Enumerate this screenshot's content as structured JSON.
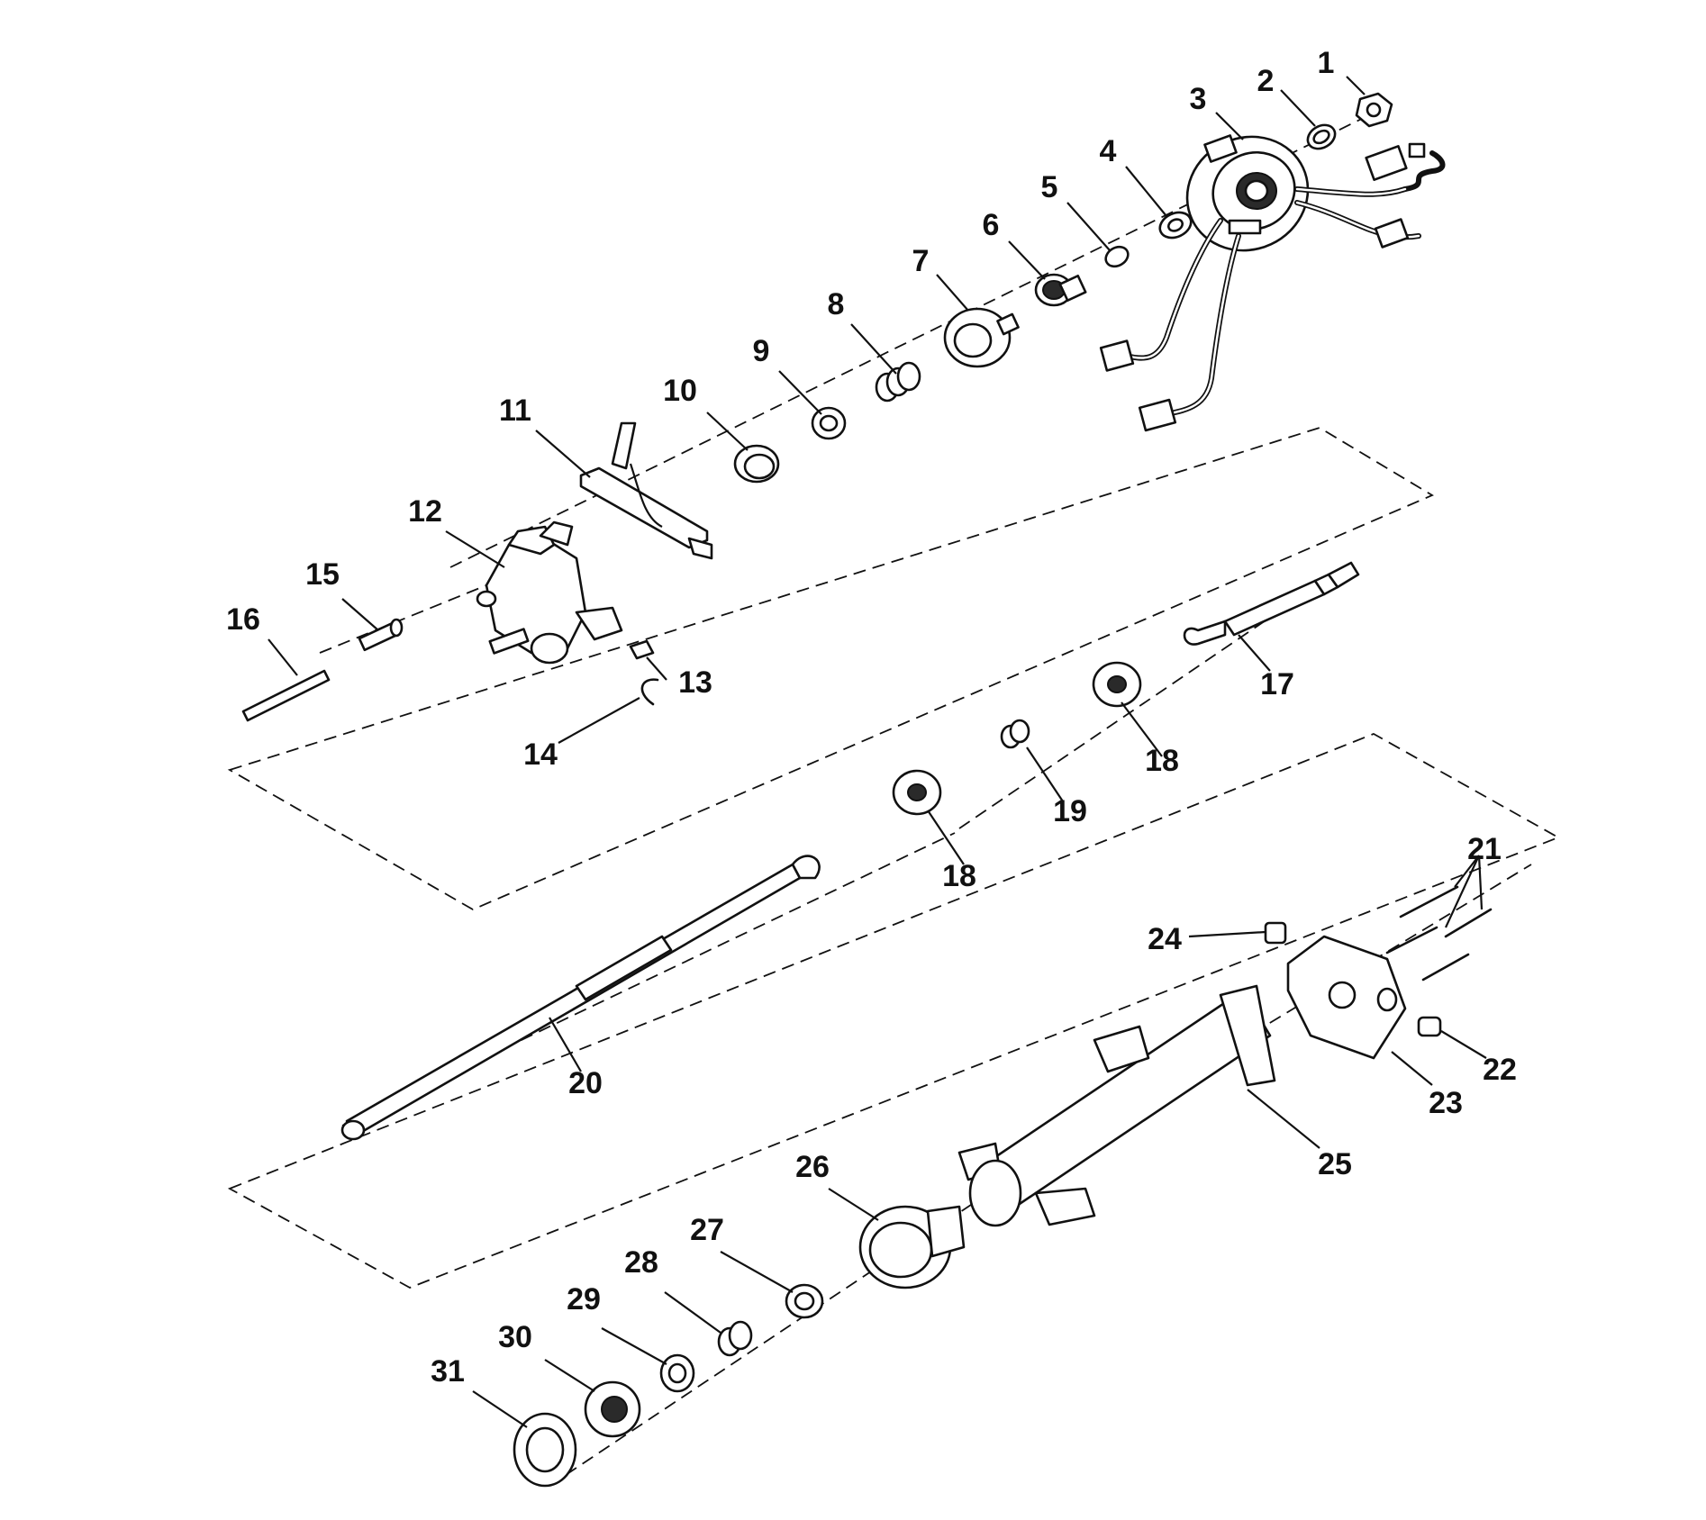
{
  "diagram": {
    "callouts": [
      "1",
      "2",
      "3",
      "4",
      "5",
      "6",
      "7",
      "8",
      "9",
      "10",
      "11",
      "12",
      "13",
      "14",
      "15",
      "16",
      "17",
      "18",
      "18",
      "19",
      "20",
      "21",
      "22",
      "23",
      "24",
      "25",
      "26",
      "27",
      "28",
      "29",
      "30",
      "31"
    ]
  },
  "colors": {
    "ink": "#111111",
    "paper": "#ffffff"
  }
}
